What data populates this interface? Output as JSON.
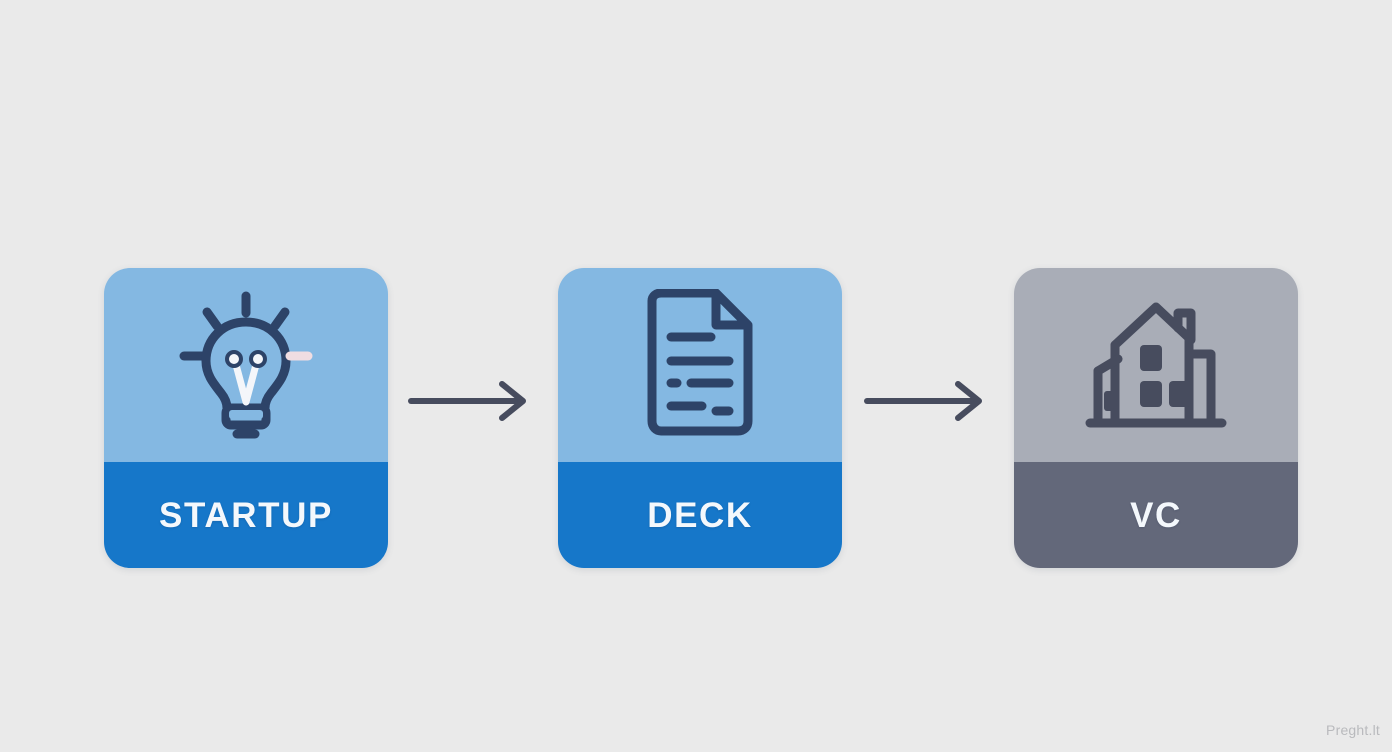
{
  "background_color": "#eaeaea",
  "diagram": {
    "name": "startup-funding-flow",
    "stages": [
      {
        "id": "startup",
        "label": "STARTUP",
        "icon": "lightbulb-icon",
        "icon_color": "#2d4368",
        "top_color": "#84b8e2",
        "bottom_color": "#1677c9",
        "label_color": "#f4f8fc"
      },
      {
        "id": "deck",
        "label": "DECK",
        "icon": "document-icon",
        "icon_color": "#2d4368",
        "top_color": "#84b8e2",
        "bottom_color": "#1677c9",
        "label_color": "#f4f8fc"
      },
      {
        "id": "vc",
        "label": "VC",
        "icon": "building-icon",
        "icon_color": "#474c5e",
        "top_color": "#a9adb7",
        "bottom_color": "#63687a",
        "label_color": "#f4f8fc"
      }
    ],
    "connectors": [
      {
        "id": "arrow-1",
        "icon": "arrow-right-icon",
        "from": "startup",
        "to": "deck",
        "color": "#474c5e"
      },
      {
        "id": "arrow-2",
        "icon": "arrow-right-icon",
        "from": "deck",
        "to": "vc",
        "color": "#474c5e"
      }
    ]
  },
  "watermark": {
    "text": "Preght.lt",
    "color": "#b9babd"
  }
}
